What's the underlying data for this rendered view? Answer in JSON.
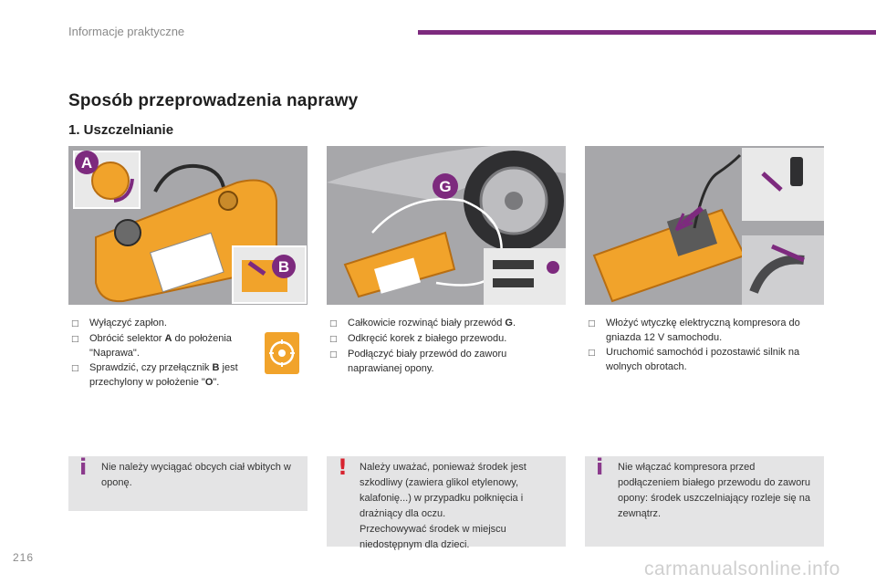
{
  "header": {
    "running_title": "Informacje praktyczne",
    "accent_color": "#7d2a7e"
  },
  "page_title": "Sposób przeprowadzenia naprawy",
  "section_title": "1. Uszczelnianie",
  "figures": [
    {
      "callouts": [
        "A",
        "B"
      ]
    },
    {
      "callouts": [
        "G"
      ]
    },
    {
      "callouts": []
    }
  ],
  "columns": [
    {
      "steps": [
        {
          "text": "Wyłączyć zapłon."
        },
        {
          "before": "Obrócić selektor ",
          "bold": "A",
          "after": " do położenia \"Naprawa\"."
        },
        {
          "before": "Sprawdzić, czy przełącznik ",
          "bold": "B",
          "after": " jest przechylony w położenie \"",
          "bold2": "O",
          "after2": "\"."
        }
      ]
    },
    {
      "steps": [
        {
          "before": "Całkowicie rozwinąć biały przewód ",
          "bold": "G",
          "after": "."
        },
        {
          "text": "Odkręcić korek z białego przewodu."
        },
        {
          "text": "Podłączyć biały przewód do zaworu naprawianej opony."
        }
      ]
    },
    {
      "steps": [
        {
          "text": "Włożyć wtyczkę elektryczną kompresora do gniazda 12 V samochodu."
        },
        {
          "text": "Uruchomić samochód i pozostawić silnik na wolnych obrotach."
        }
      ]
    }
  ],
  "notes": [
    {
      "icon": "info-icon",
      "symbol": "i",
      "text": "Nie należy wyciągać obcych ciał wbitych w oponę."
    },
    {
      "icon": "warning-icon",
      "symbol": "!",
      "text": "Należy uważać, ponieważ środek jest szkodliwy (zawiera glikol etylenowy, kalafonię...) w przypadku połknięcia i drażniący dla oczu.\nPrzechowywać środek w miejscu niedostępnym dla dzieci."
    },
    {
      "icon": "info-icon",
      "symbol": "i",
      "text": "Nie włączać kompresora przed podłączeniem białego przewodu do zaworu opony: środek uszczelniający rozleje się na zewnątrz."
    }
  ],
  "page_number": "216",
  "watermark": "carmanualsonline.info",
  "colors": {
    "kit_orange": "#f1a32b",
    "callout_purple": "#7d2a7e",
    "note_bg": "#e4e4e5",
    "figure_bg": "#a8a8ab"
  }
}
